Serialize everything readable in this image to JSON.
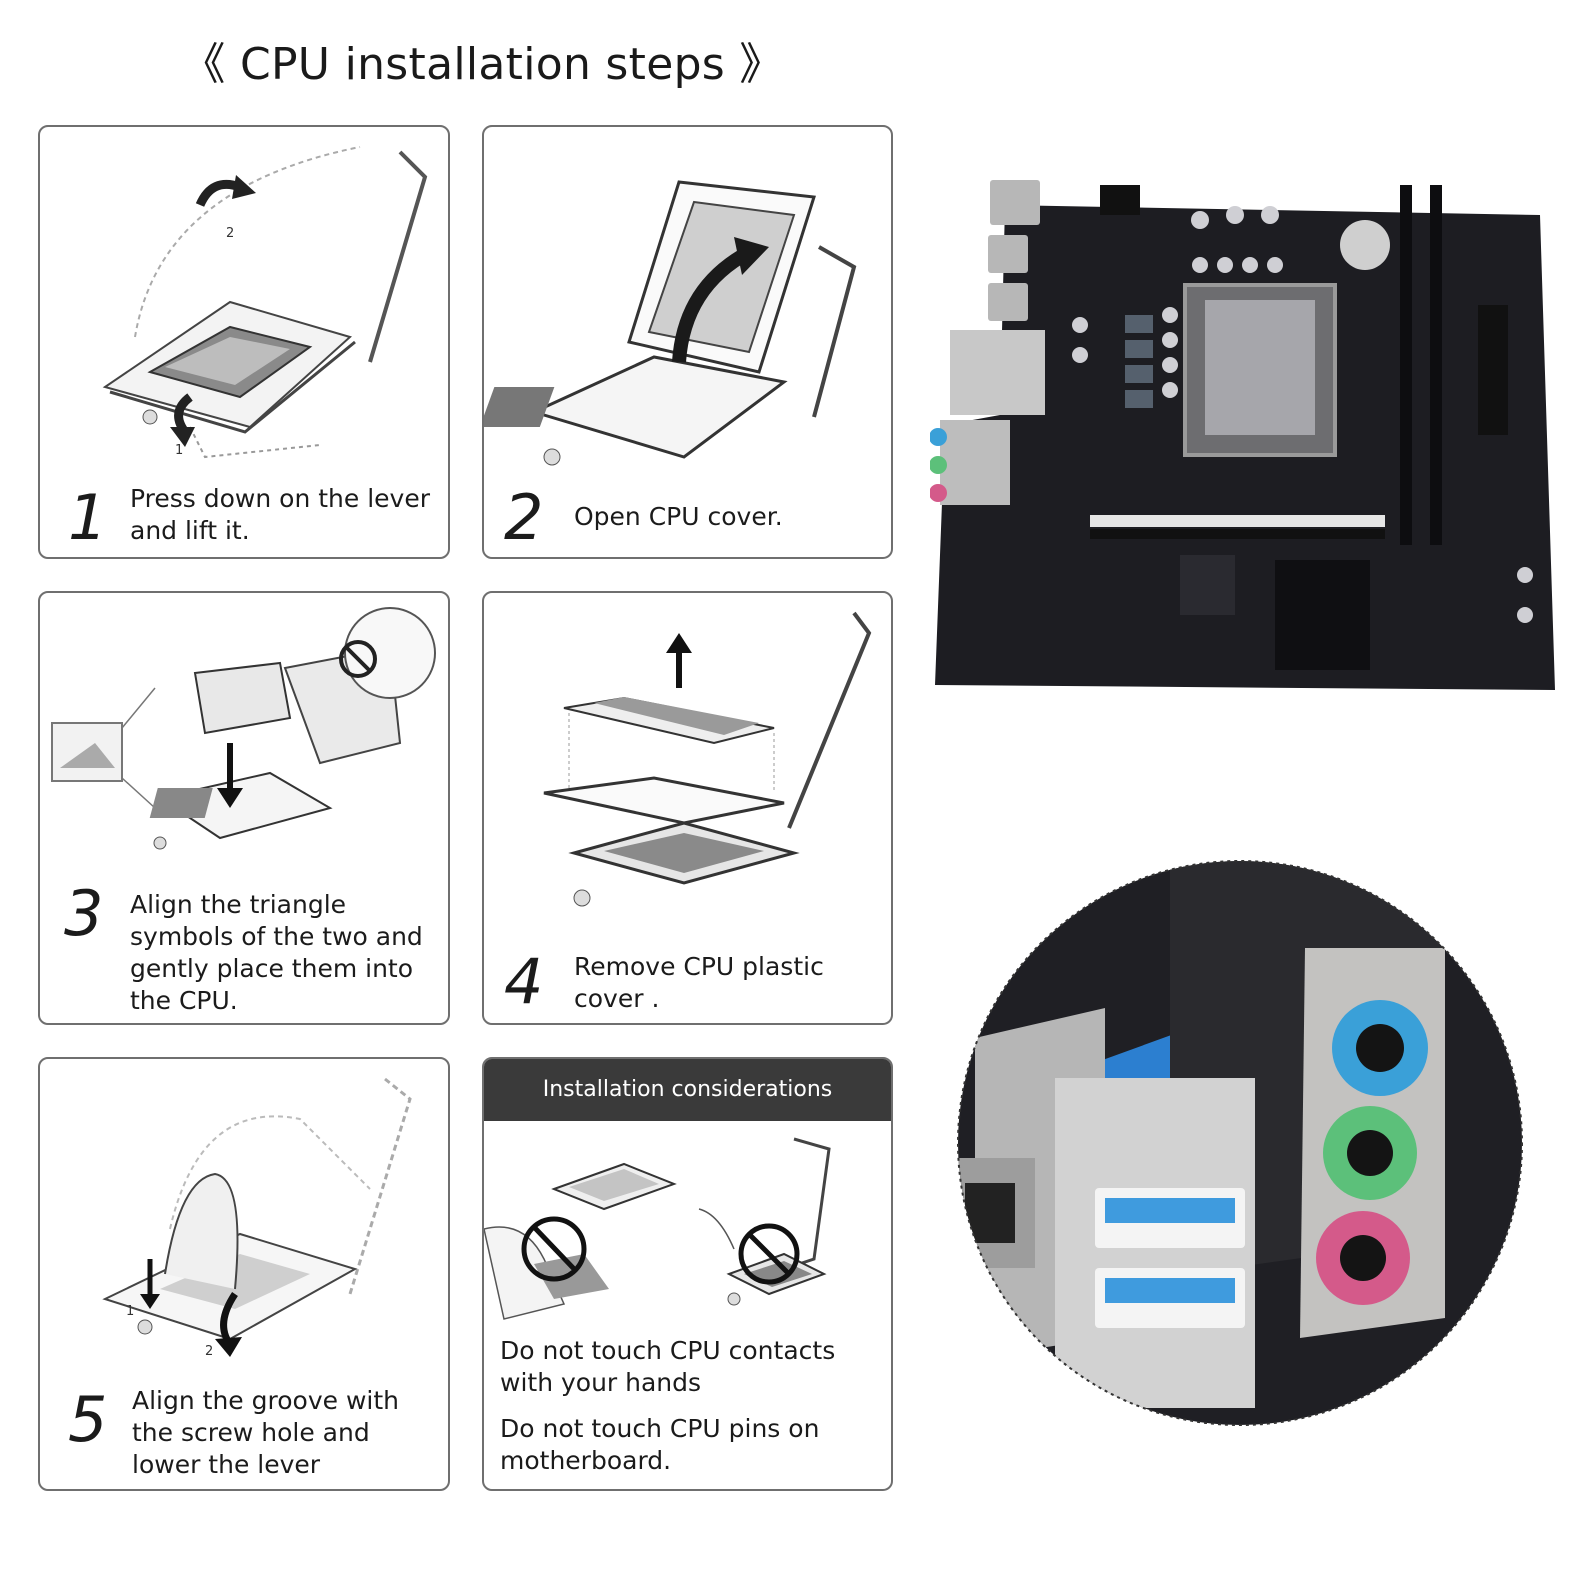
{
  "page_title": "《 CPU installation steps 》",
  "steps": [
    {
      "number": "1",
      "text": "Press down on the lever\nand lift it."
    },
    {
      "number": "2",
      "text": "Open CPU cover."
    },
    {
      "number": "3",
      "text": "Align the triangle\nsymbols of the two and\ngently place them into\nthe CPU."
    },
    {
      "number": "4",
      "text": "Remove CPU plastic\ncover ."
    },
    {
      "number": "5",
      "text": "Align the groove with\nthe screw hole and\nlower the lever"
    }
  ],
  "considerations": {
    "header": "Installation considerations",
    "notes": [
      "Do not touch CPU contacts\nwith your hands",
      "Do not touch CPU pins on\nmotherboard."
    ]
  },
  "colors": {
    "card_border": "#6f6f6f",
    "header_bg": "#3a3a3a",
    "board": "#1d1d22",
    "audio_blue": "#3aa0d8",
    "audio_green": "#5cc07a",
    "audio_pink": "#d45a8a"
  }
}
